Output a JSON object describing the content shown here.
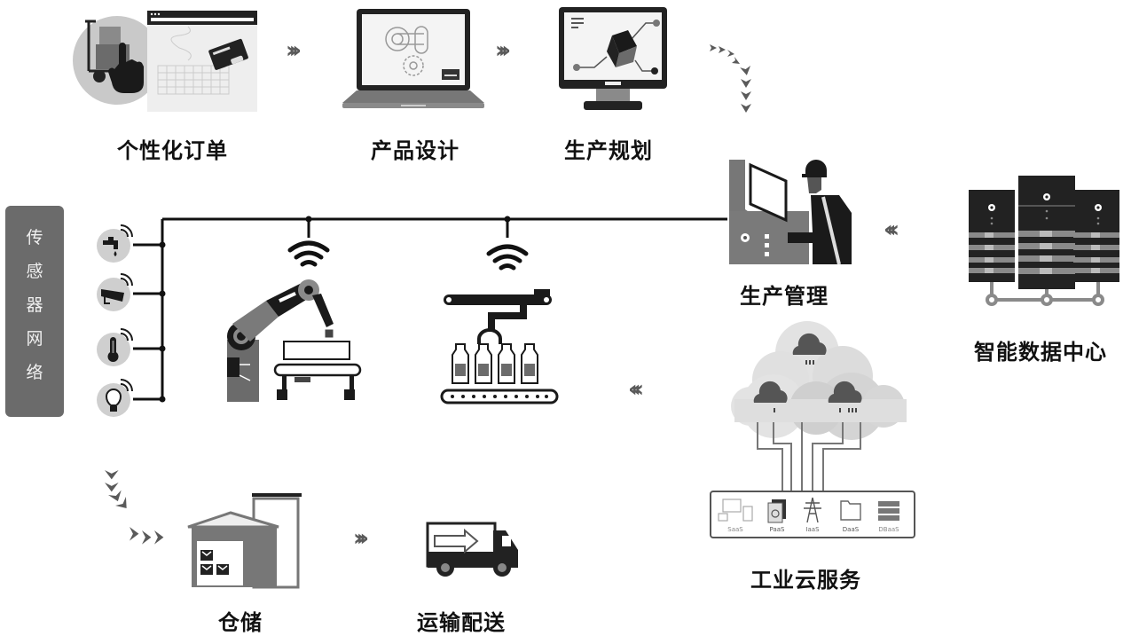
{
  "diagram": {
    "title_nodes": {
      "order": "个性化订单",
      "design": "产品设计",
      "planning": "生产规划",
      "management": "生产管理",
      "datacenter": "智能数据中心",
      "cloud": "工业云服务",
      "storage": "仓储",
      "delivery": "运输配送"
    },
    "sensor_network": {
      "title_chars": [
        "传",
        "感",
        "器",
        "网",
        "络"
      ],
      "sensors": [
        "faucet-sensor",
        "camera-sensor",
        "thermometer-sensor",
        "lightbulb-sensor"
      ]
    },
    "cloud_services": [
      "SaaS",
      "PaaS",
      "IaaS",
      "DaaS",
      "DBaaS"
    ],
    "arrows": {
      "right": "›››",
      "left": "‹‹‹",
      "down": "⌄"
    },
    "colors": {
      "dark": "#1a1a1a",
      "mid": "#6b6b6b",
      "light": "#c8c8c8",
      "panel": "#6b6b6b"
    }
  }
}
